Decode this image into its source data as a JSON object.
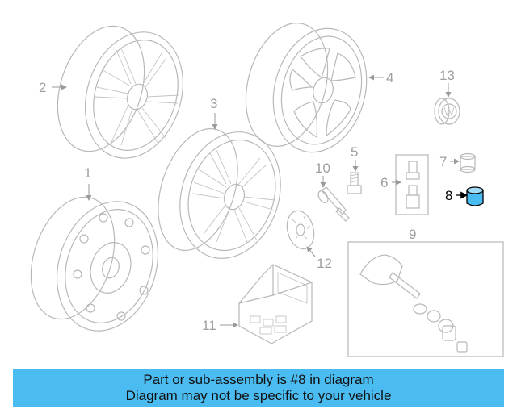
{
  "diagram": {
    "callouts": [
      {
        "id": "1",
        "label": "1"
      },
      {
        "id": "2",
        "label": "2"
      },
      {
        "id": "3",
        "label": "3"
      },
      {
        "id": "4",
        "label": "4"
      },
      {
        "id": "5",
        "label": "5"
      },
      {
        "id": "6",
        "label": "6"
      },
      {
        "id": "7",
        "label": "7"
      },
      {
        "id": "8",
        "label": "8"
      },
      {
        "id": "9",
        "label": "9"
      },
      {
        "id": "10",
        "label": "10"
      },
      {
        "id": "11",
        "label": "11"
      },
      {
        "id": "12",
        "label": "12"
      },
      {
        "id": "13",
        "label": "13"
      }
    ],
    "highlighted_part": "8",
    "highlight_color": "#4bbcf1"
  },
  "caption": {
    "line1": "Part or sub-assembly is #8 in diagram",
    "line2": "Diagram may not be specific to your vehicle",
    "background": "#4bbcf1"
  }
}
